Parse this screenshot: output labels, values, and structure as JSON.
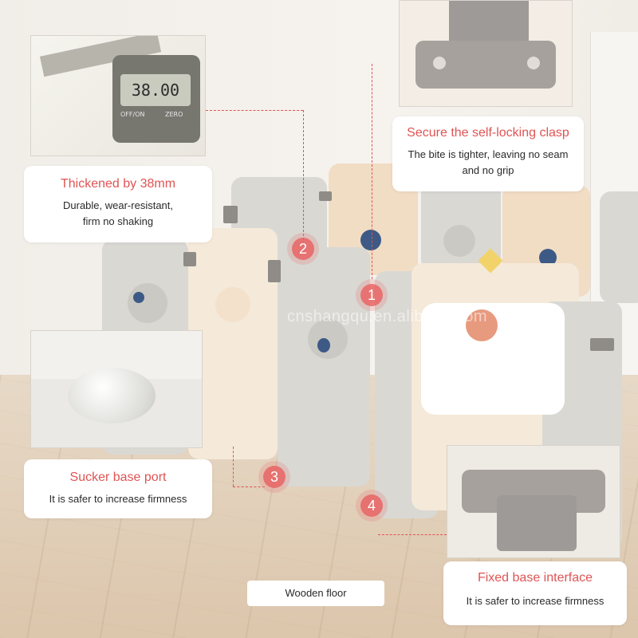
{
  "callouts": {
    "thickened": {
      "title": "Thickened by 38mm",
      "sub1": "Durable, wear-resistant,",
      "sub2": "firm no shaking"
    },
    "clasp": {
      "title": "Secure the self-locking clasp",
      "sub1": "The bite is tighter, leaving no seam",
      "sub2": "and no grip"
    },
    "sucker": {
      "title": "Sucker base port",
      "sub1": "It is safer to increase firmness"
    },
    "fixed": {
      "title": "Fixed base interface",
      "sub1": "It is safer to increase firmness"
    }
  },
  "markers": [
    "1",
    "2",
    "3",
    "4"
  ],
  "floor_label": "Wooden floor",
  "watermark": "cnshangqu.en.alibaba.com",
  "caliper_display": "38.00",
  "caliper_buttons": [
    "OFF/ON",
    "ZERO"
  ],
  "colors": {
    "accent": "#e05454",
    "grey_panel": "#d9d8d3",
    "peach_panel": "#f1dcc4",
    "bear_nose": "#3d5a86"
  }
}
